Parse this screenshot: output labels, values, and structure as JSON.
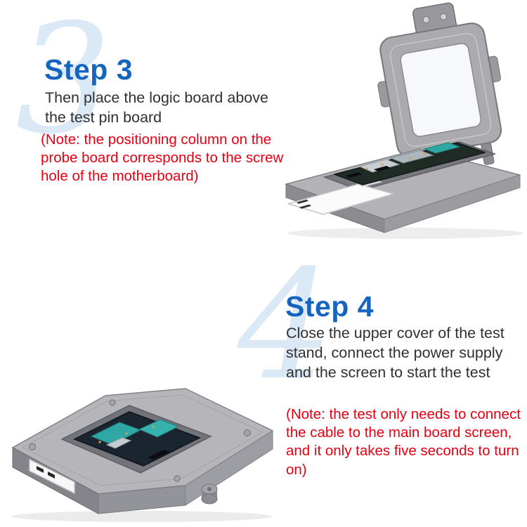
{
  "colors": {
    "step_title_blue": "#1565c0",
    "note_red": "#e60012",
    "body_text": "#303030",
    "watermark_blue": "#dbe8f6"
  },
  "steps": [
    {
      "watermark": "3",
      "title": "Step 3",
      "description": "Then place the logic board above the test pin board",
      "note": "(Note: the positioning column on the probe board corresponds to the screw hole of the motherboard)",
      "illustration": "open-test-stand-with-logic-board-photo"
    },
    {
      "watermark": "4",
      "title": "Step 4",
      "description": "Close the upper cover of the test stand, connect the power supply and the screen to start the test",
      "note": "(Note: the test only needs to connect the cable to the main board screen, and it only takes five seconds to turn on)",
      "illustration": "closed-test-stand-photo"
    }
  ]
}
